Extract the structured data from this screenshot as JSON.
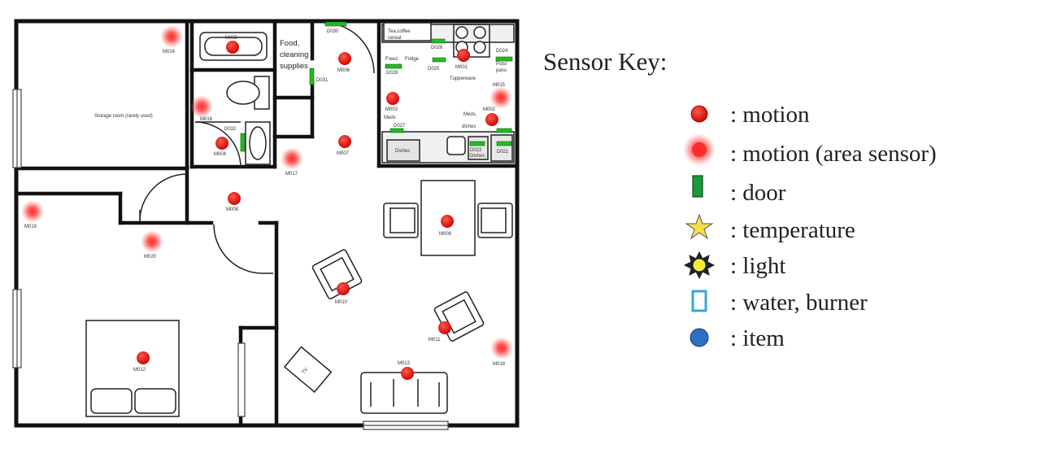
{
  "rooms": {
    "storage": "Storage room (rarely used)",
    "food": [
      "Food,",
      "cleaning",
      "supplies"
    ],
    "tea": [
      "Tea,coffee",
      "cereal"
    ],
    "freezer": "Freez.",
    "fridge": "Fridge",
    "tupperware": "Tupperware",
    "pots": [
      "Pots/",
      "pans"
    ],
    "meds_left": "Meds",
    "meds_right": [
      "Meds,",
      "dishes"
    ],
    "dishes_left": "Dishes",
    "dishes_right": "Dishes",
    "tv": "TV"
  },
  "motion_sensors": [
    {
      "id": "M005"
    },
    {
      "id": "M006"
    },
    {
      "id": "M001"
    },
    {
      "id": "M003"
    },
    {
      "id": "M002"
    },
    {
      "id": "M004"
    },
    {
      "id": "M007"
    },
    {
      "id": "M008"
    },
    {
      "id": "M009"
    },
    {
      "id": "M010"
    },
    {
      "id": "M011"
    },
    {
      "id": "M012"
    },
    {
      "id": "M013"
    }
  ],
  "area_sensors": [
    {
      "id": "M014"
    },
    {
      "id": "M016"
    },
    {
      "id": "M017"
    },
    {
      "id": "M019"
    },
    {
      "id": "M020"
    },
    {
      "id": "M015"
    },
    {
      "id": "M018"
    }
  ],
  "door_sensors": [
    {
      "id": "D030"
    },
    {
      "id": "D031"
    },
    {
      "id": "D032"
    },
    {
      "id": "D026"
    },
    {
      "id": "D024"
    },
    {
      "id": "D028"
    },
    {
      "id": "D025"
    },
    {
      "id": "D027"
    },
    {
      "id": "D022"
    },
    {
      "id": "D021"
    }
  ],
  "key": {
    "title": "Sensor Key:",
    "items": [
      {
        "label": ": motion",
        "icon": "motion-icon"
      },
      {
        "label": ": motion (area sensor)",
        "icon": "area-sensor-icon"
      },
      {
        "label": ": door",
        "icon": "door-sensor-icon"
      },
      {
        "label": ": temperature",
        "icon": "temperature-star-icon"
      },
      {
        "label": ": light",
        "icon": "light-sun-icon"
      },
      {
        "label": ": water, burner",
        "icon": "water-burner-icon"
      },
      {
        "label": ": item",
        "icon": "item-dot-icon"
      }
    ]
  },
  "colors": {
    "motion": "#e60000",
    "area_glow": "#ff4d4d",
    "door": "#22bb22",
    "wall": "#111111",
    "star": "#f3e04a",
    "water": "#3aa6d6",
    "item": "#2d6fc4"
  }
}
